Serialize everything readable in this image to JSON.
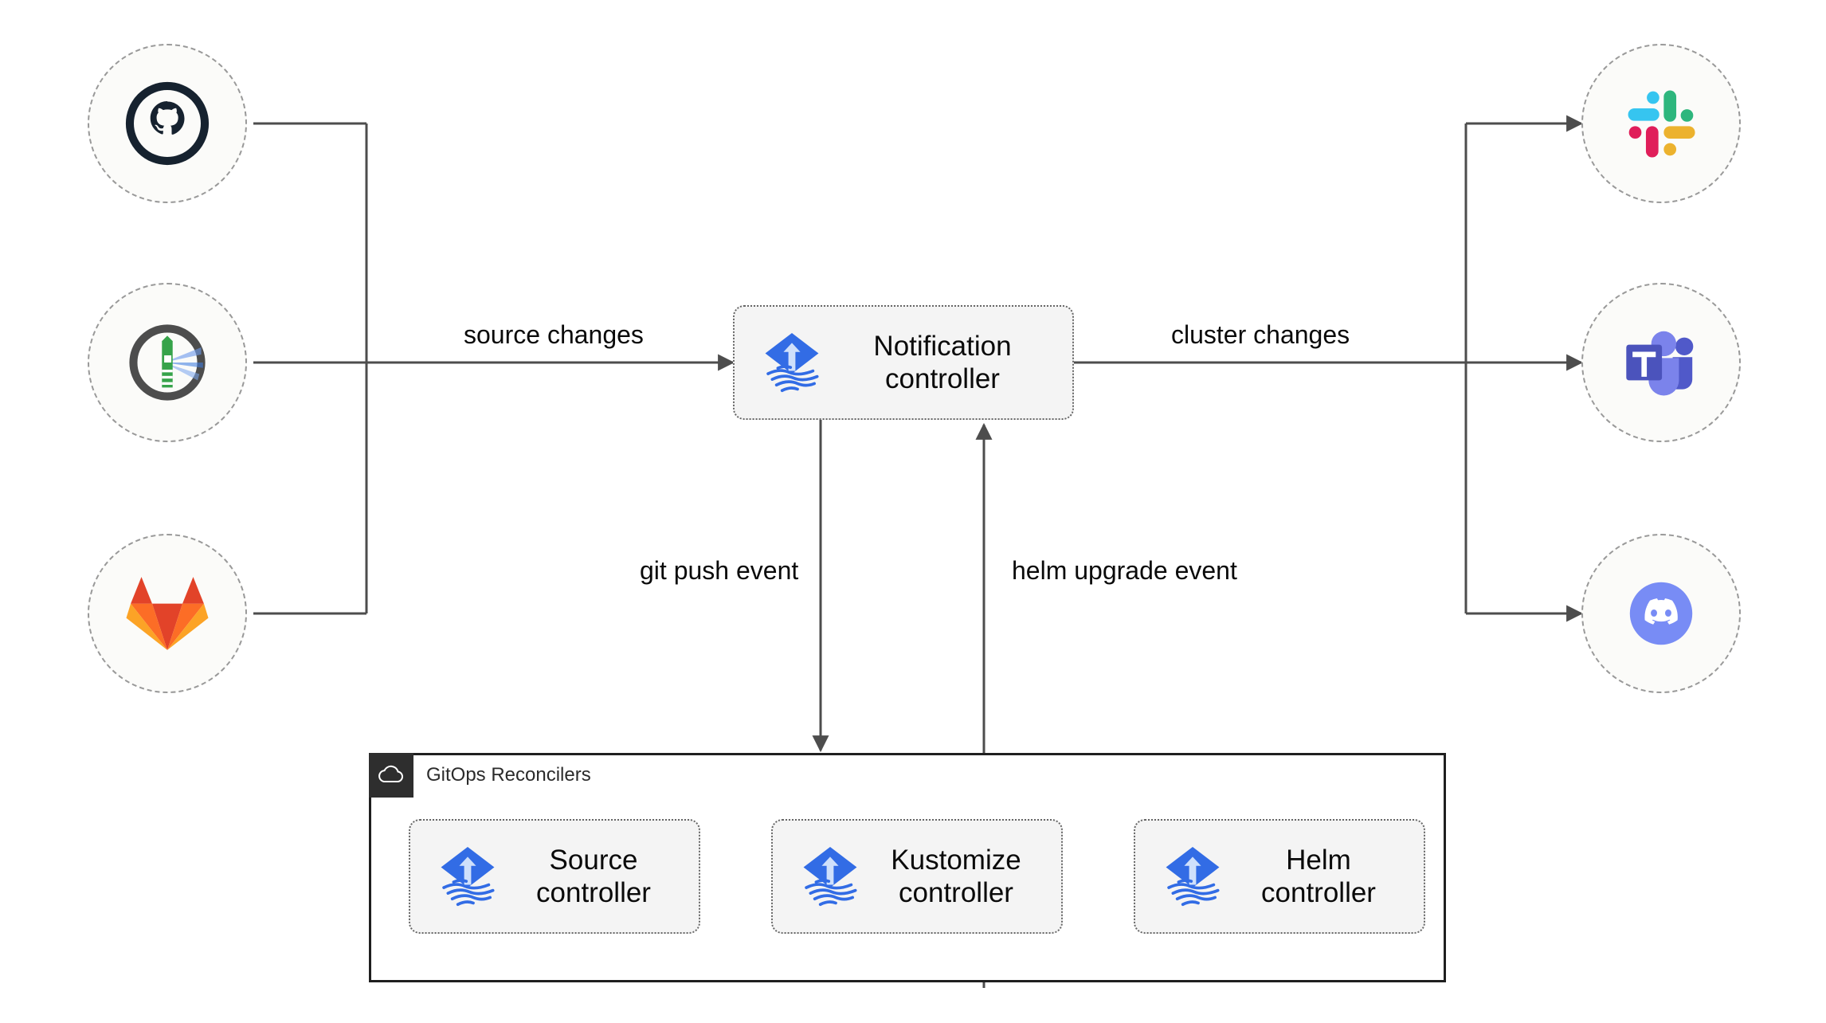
{
  "diagram": {
    "title": "Flux notification architecture",
    "colors": {
      "background": "#ffffff",
      "edge_stroke": "#4d4d4d",
      "node_fill": "#fbfbf9",
      "node_border": "#999999",
      "box_fill": "#f4f4f4",
      "box_border": "#666666",
      "container_border": "#1f1f1f",
      "container_chip": "#2e2e2e",
      "flux_blue": "#326ce5",
      "flux_arrow_light": "#cfe0fb",
      "github_dark": "#16222f",
      "flagger_ring": "#4d4d4d",
      "flagger_green": "#36a34a",
      "gitlab_red": "#e24329",
      "gitlab_orange": "#fc6d26",
      "gitlab_amber": "#fca326",
      "slack_cyan": "#36c5f0",
      "slack_green": "#2eb67d",
      "slack_red": "#e01e5a",
      "slack_yellow": "#ecb22e",
      "teams_dark": "#4b53bc",
      "teams_mid": "#7b83eb",
      "teams_deep": "#5059c9",
      "discord_blurple": "#788cf5"
    }
  },
  "sources": [
    {
      "id": "github",
      "name": "github-logo",
      "label": "GitHub"
    },
    {
      "id": "flagger",
      "name": "flagger-logo",
      "label": "Flagger"
    },
    {
      "id": "gitlab",
      "name": "gitlab-logo",
      "label": "GitLab"
    }
  ],
  "targets": [
    {
      "id": "slack",
      "name": "slack-logo",
      "label": "Slack"
    },
    {
      "id": "teams",
      "name": "teams-logo",
      "label": "Microsoft Teams"
    },
    {
      "id": "discord",
      "name": "discord-logo",
      "label": "Discord"
    }
  ],
  "notification": {
    "label": "Notification\ncontroller",
    "icon": "flux-logo"
  },
  "container": {
    "title": "GitOps Reconcilers",
    "icon": "cloud-icon",
    "controllers": [
      {
        "id": "source",
        "label": "Source\ncontroller",
        "icon": "flux-logo"
      },
      {
        "id": "kustomize",
        "label": "Kustomize\ncontroller",
        "icon": "flux-logo"
      },
      {
        "id": "helm",
        "label": "Helm\ncontroller",
        "icon": "flux-logo"
      }
    ]
  },
  "edges": {
    "source_changes": "source changes",
    "cluster_changes": "cluster changes",
    "git_push_event": "git push event",
    "helm_upgrade_event": "helm upgrade event"
  }
}
